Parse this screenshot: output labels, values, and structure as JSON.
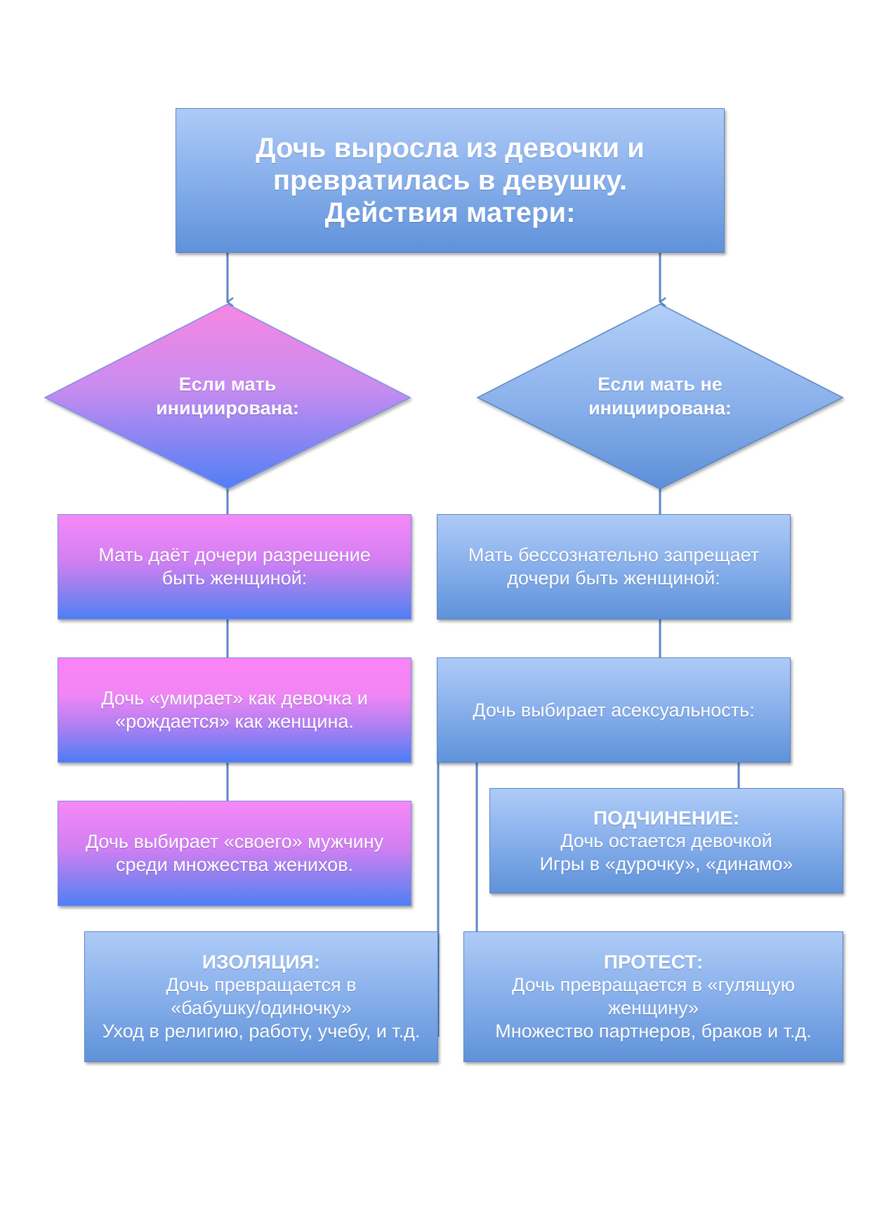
{
  "title": {
    "line1": "Дочь выросла из девочки и",
    "line2": "превратилась в девушку.",
    "line3": "Действия матери:"
  },
  "left": {
    "decision_line1": "Если мать",
    "decision_line2": "инициирована:",
    "step1": "Мать даёт дочери разрешение быть женщиной:",
    "step2": "Дочь «умирает» как девочка и «рождается» как женщина.",
    "step3": "Дочь выбирает «своего» мужчину среди множества женихов."
  },
  "right": {
    "decision_line1": "Если мать не",
    "decision_line2": "инициирована:",
    "step1": "Мать бессознательно запрещает дочери быть женщиной:",
    "step2": "Дочь выбирает асексуальность:"
  },
  "outcomes": {
    "submission": {
      "heading": "ПОДЧИНЕНИЕ:",
      "line1": "Дочь остается девочкой",
      "line2": "Игры в «дурочку», «динамо»"
    },
    "isolation": {
      "heading": "ИЗОЛЯЦИЯ:",
      "line1": "Дочь превращается в «бабушку/одиночку»",
      "line2": "Уход в религию, работу, учебу, и т.д."
    },
    "protest": {
      "heading": "ПРОТЕСТ:",
      "line1": "Дочь превращается в «гулящую женщину»",
      "line2": "Множество партнеров, браков и т.д."
    }
  },
  "colors": {
    "connector": "#5b86c6",
    "blue_top": "#aecbf7",
    "blue_bottom": "#5f92da",
    "pink_top": "#f788f7",
    "pink_bottom": "#4f7ff5"
  }
}
